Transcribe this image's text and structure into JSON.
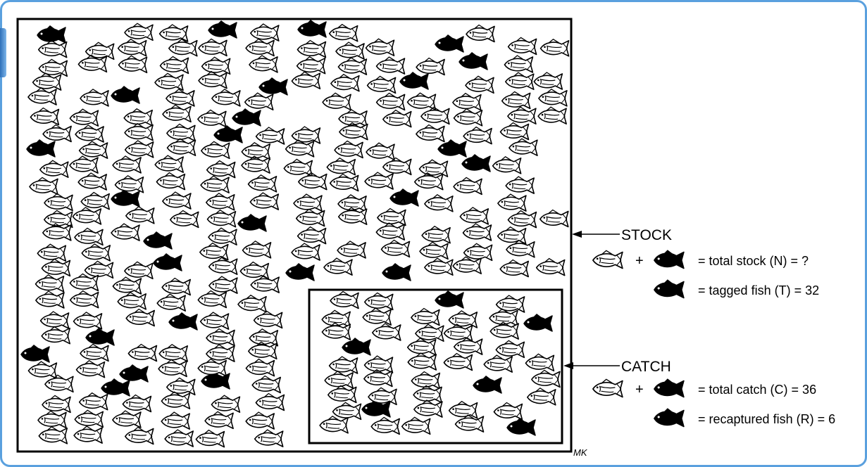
{
  "labels": {
    "stock": "STOCK",
    "catch": "CATCH",
    "signature": "MK"
  },
  "legend": {
    "total_stock": "= total stock (N) = ?",
    "tagged_fish": "= tagged fish (T) = 32",
    "total_catch": "= total catch (C) = 36",
    "recaptured_fish": "= recaptured fish (R) = 6",
    "plus": "+"
  },
  "icons": {
    "untagged": "outline-fish-icon",
    "tagged": "black-fish-icon"
  },
  "colors": {
    "frame": "#5aa0de",
    "ink": "#000000",
    "paper": "#ffffff"
  }
}
